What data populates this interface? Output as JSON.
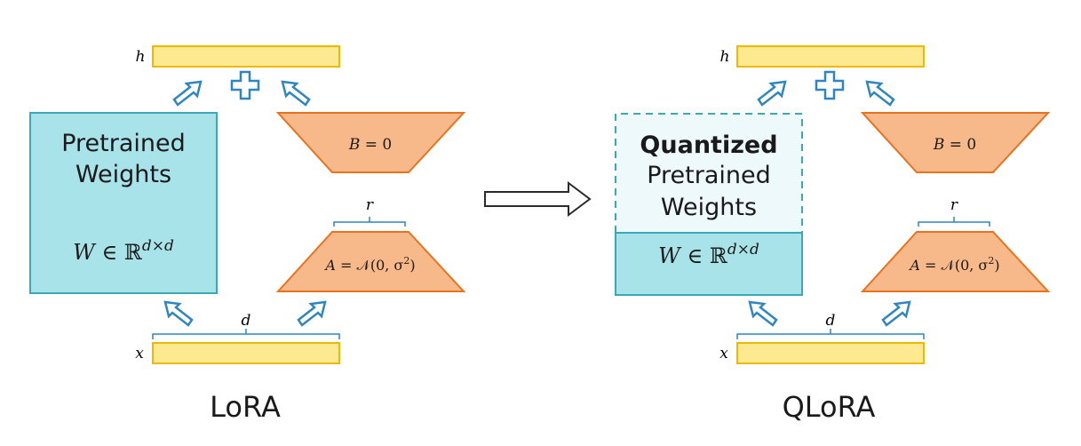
{
  "lora": {
    "caption": "LoRA",
    "h_label": "h",
    "x_label": "x",
    "weights_line1": "Pretrained",
    "weights_line2": "Weights",
    "weights_math_var": "W",
    "weights_math_rest": " ∈ ℝ",
    "weights_math_sup": "d×d",
    "b_math_var": "B",
    "b_math_rest": " = 0",
    "a_math_var": "A",
    "a_math_rest": " = 𝒩(0, σ",
    "a_math_sup": "2",
    "a_math_close": ")",
    "r_label": "r",
    "d_label": "d"
  },
  "qlora": {
    "caption": "QLoRA",
    "h_label": "h",
    "x_label": "x",
    "quantized_label": "Quantized",
    "weights_line1": "Pretrained",
    "weights_line2": "Weights",
    "weights_math_var": "W",
    "weights_math_rest": " ∈ ℝ",
    "weights_math_sup": "d×d",
    "b_math_var": "B",
    "b_math_rest": " = 0",
    "a_math_var": "A",
    "a_math_rest": " = 𝒩(0, σ",
    "a_math_sup": "2",
    "a_math_close": ")",
    "r_label": "r",
    "d_label": "d"
  },
  "colors": {
    "bar_fill": "#fde98f",
    "bar_stroke": "#f0b800",
    "weights_fill": "#a9e3ea",
    "weights_stroke": "#3aa9b5",
    "quantized_fill": "#eef9fb",
    "trap_fill": "#f7b98a",
    "trap_stroke": "#e8731f",
    "arrow_stroke": "#2e86c1"
  },
  "icons": {
    "plus": "plus-icon",
    "up_arrow": "hollow-arrow-icon",
    "transition": "right-arrow-icon"
  }
}
